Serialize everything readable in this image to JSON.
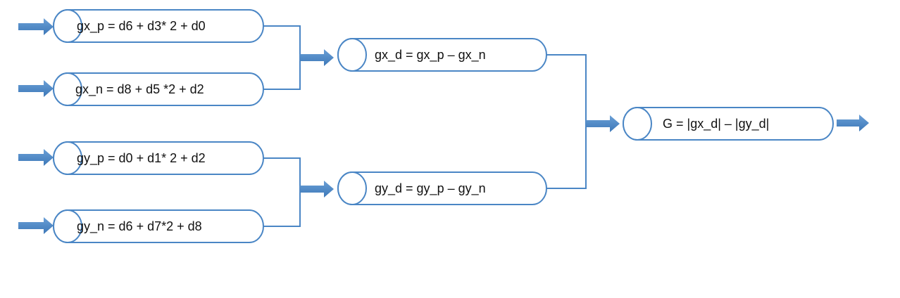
{
  "colors": {
    "pipe_stroke": "#4a86c5",
    "pipe_fill": "#ffffff",
    "connector": "#4a86c5",
    "arrow_fill": "#4a86c5",
    "text": "#111111"
  },
  "stage1": {
    "gx_p": "gx_p = d6 + d3* 2 + d0",
    "gx_n": "gx_n = d8 + d5 *2 + d2",
    "gy_p": "gy_p = d0 + d1* 2 + d2",
    "gy_n": "gy_n = d6 + d7*2 + d8"
  },
  "stage2": {
    "gx_d": "gx_d = gx_p – gx_n",
    "gy_d": "gy_d = gy_p – gy_n"
  },
  "stage3": {
    "G": "G = |gx_d| – |gy_d|"
  }
}
